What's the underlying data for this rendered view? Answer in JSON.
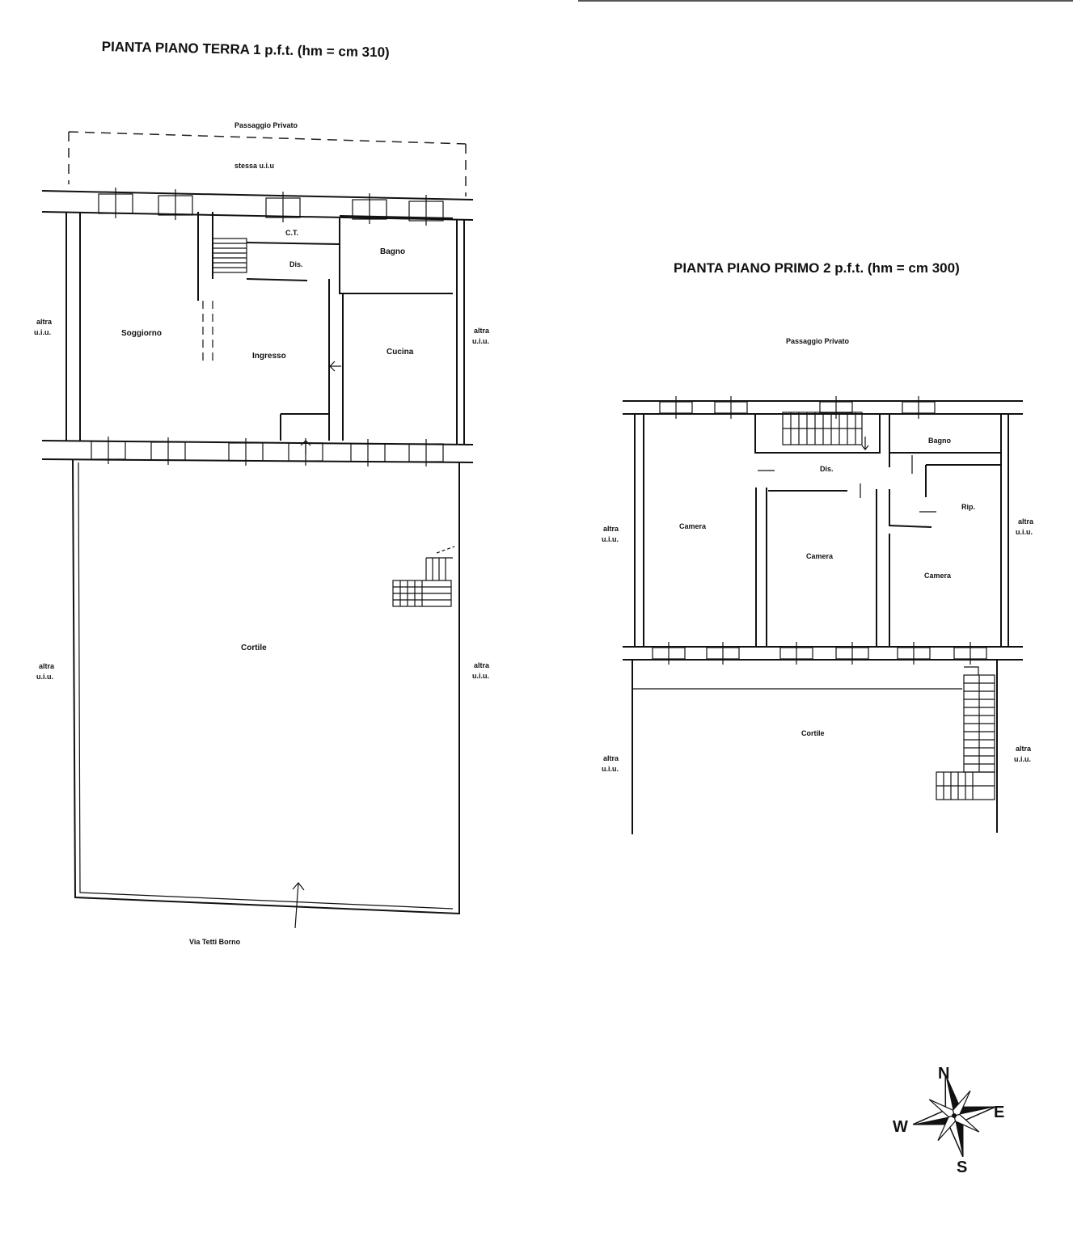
{
  "ground_floor": {
    "title": "PIANTA PIANO TERRA 1 p.f.t. (hm = cm 310)",
    "passage": "Passaggio Privato",
    "same_unit": "stessa u.i.u",
    "rooms": {
      "ct": "C.T.",
      "dis": "Dis.",
      "bagno": "Bagno",
      "soggiorno": "Soggiorno",
      "ingresso": "Ingresso",
      "cucina": "Cucina",
      "cortile": "Cortile"
    },
    "neighbor_line1": "altra",
    "neighbor_line2": "u.i.u.",
    "street": "Via Tetti Borno"
  },
  "first_floor": {
    "title": "PIANTA PIANO PRIMO 2 p.f.t. (hm = cm 300)",
    "passage": "Passaggio Privato",
    "rooms": {
      "bagno": "Bagno",
      "dis": "Dis.",
      "rip": "Rip.",
      "camera": "Camera",
      "cortile": "Cortile"
    },
    "neighbor_line1": "altra",
    "neighbor_line2": "u.i.u."
  },
  "compass": {
    "north": "N",
    "east": "E",
    "south": "S",
    "west": "W"
  }
}
